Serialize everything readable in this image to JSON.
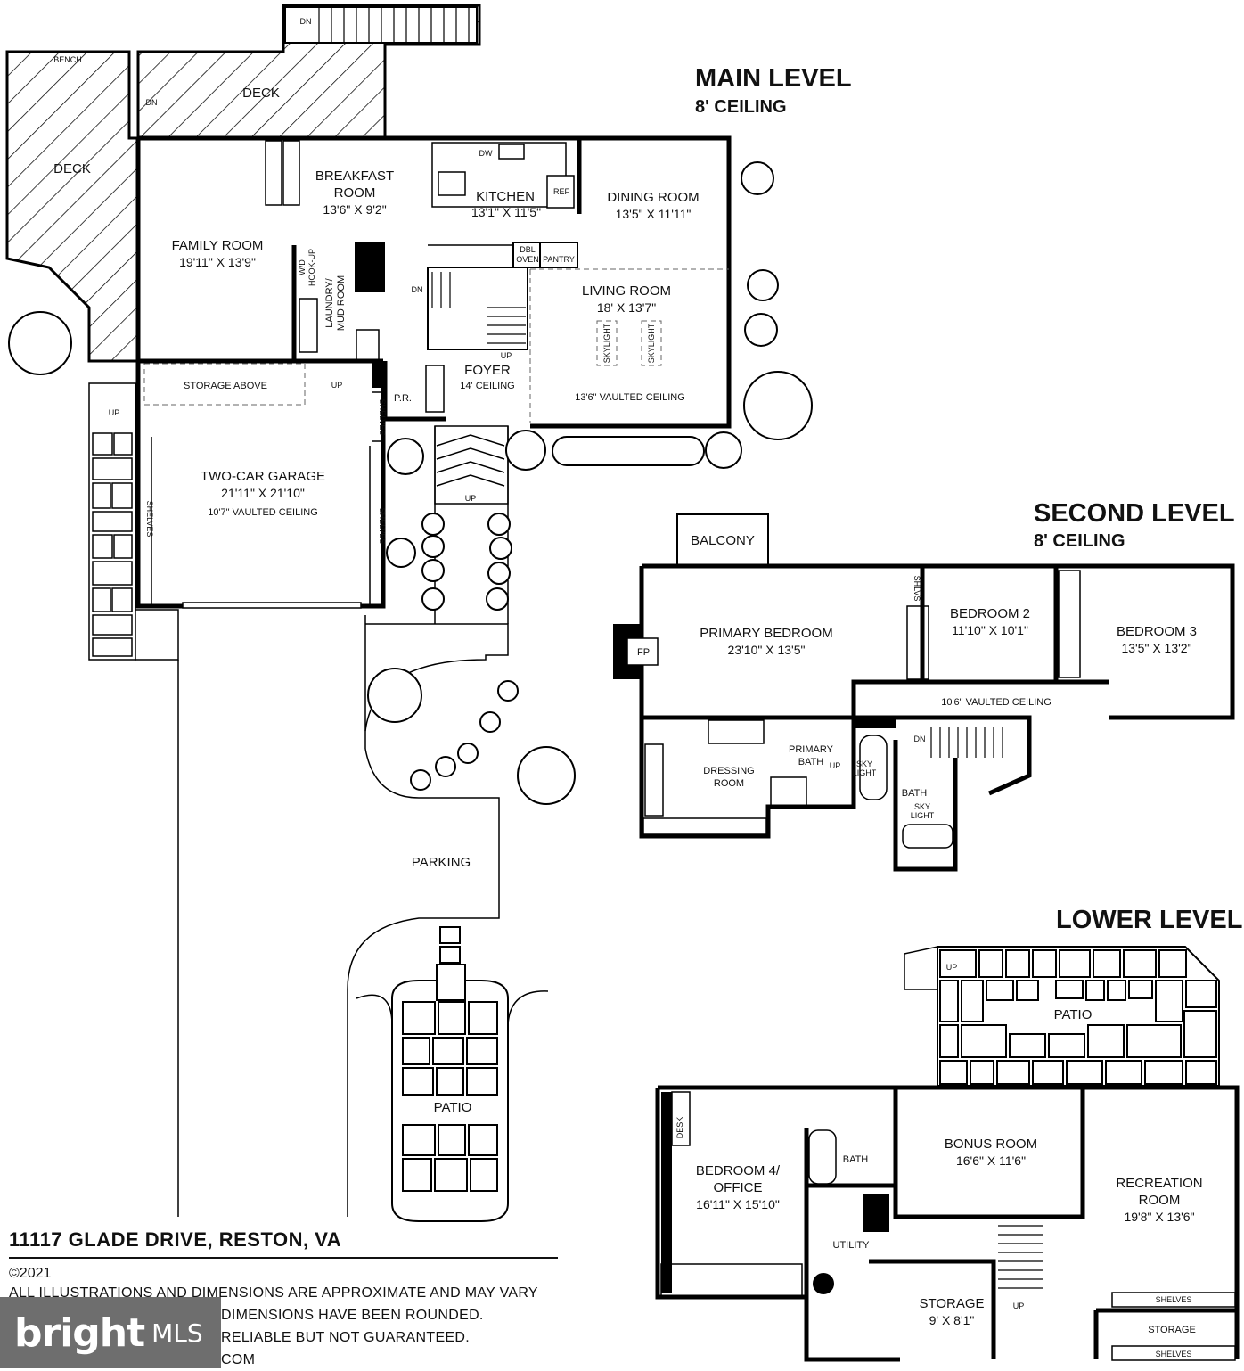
{
  "levels": {
    "main": {
      "title": "MAIN LEVEL",
      "ceiling": "8' CEILING"
    },
    "second": {
      "title": "SECOND LEVEL",
      "ceiling": "8' CEILING"
    },
    "lower": {
      "title": "LOWER LEVEL"
    }
  },
  "main_rooms": {
    "deck_left": "DECK",
    "deck_top": "DECK",
    "bench": "BENCH",
    "dn_top": "DN",
    "dn_deck": "DN",
    "breakfast_1": "BREAKFAST",
    "breakfast_2": "ROOM",
    "breakfast_dim": "13'6\" X 9'2\"",
    "kitchen": "KITCHEN",
    "kitchen_dim": "13'1\" X 11'5\"",
    "dw": "DW",
    "ref": "REF",
    "dining": "DINING ROOM",
    "dining_dim": "13'5\" X 11'11\"",
    "family": "FAMILY ROOM",
    "family_dim": "19'11\" X 13'9\"",
    "wd_1": "W/D",
    "wd_2": "HOOK-UP",
    "laundry_1": "LAUNDRY/",
    "laundry_2": "MUD ROOM",
    "dbl_1": "DBL",
    "dbl_2": "OVEN",
    "pantry": "PANTRY",
    "living": "LIVING ROOM",
    "living_dim": "18' X 13'7\"",
    "skylight_1": "SKYLIGHT",
    "skylight_2": "SKYLIGHT",
    "dn_stair": "DN",
    "up_stair": "UP",
    "foyer": "FOYER",
    "foyer_ceiling": "14' CEILING",
    "living_ceiling": "13'6\" VAULTED CEILING",
    "pr": "P.R.",
    "storage_above": "STORAGE ABOVE",
    "up_laundry": "UP",
    "up_side": "UP",
    "shelves_1": "SHELVES",
    "shelves_2": "SHELVES",
    "shelves_3": "SHELVES",
    "garage": "TWO-CAR GARAGE",
    "garage_dim": "21'11\" X 21'10\"",
    "garage_ceiling": "10'7\" VAULTED CEILING",
    "up_front": "UP",
    "parking": "PARKING",
    "patio": "PATIO"
  },
  "second_rooms": {
    "balcony": "BALCONY",
    "primary": "PRIMARY BEDROOM",
    "primary_dim": "23'10\" X 13'5\"",
    "fp": "FP",
    "shlvs": "SHLVS",
    "bed2": "BEDROOM 2",
    "bed2_dim": "11'10\" X 10'1\"",
    "bed3": "BEDROOM 3",
    "bed3_dim": "13'5\" X 13'2\"",
    "hall_ceiling": "10'6\" VAULTED CEILING",
    "dressing_1": "DRESSING",
    "dressing_2": "ROOM",
    "pbath_1": "PRIMARY",
    "pbath_2": "BATH",
    "up": "UP",
    "sky_1": "SKY",
    "sky_2": "LIGHT",
    "dn": "DN",
    "bath": "BATH",
    "sky2_1": "SKY",
    "sky2_2": "LIGHT"
  },
  "lower_rooms": {
    "up": "UP",
    "patio": "PATIO",
    "desk": "DESK",
    "bed4_1": "BEDROOM 4/",
    "bed4_2": "OFFICE",
    "bed4_dim": "16'11\" X 15'10\"",
    "bath": "BATH",
    "bonus": "BONUS ROOM",
    "bonus_dim": "16'6\" X 11'6\"",
    "rec_1": "RECREATION",
    "rec_2": "ROOM",
    "rec_dim": "19'8\" X 13'6\"",
    "utility": "UTILITY",
    "storage": "STORAGE",
    "storage_dim": "9' X 8'1\"",
    "up_stair": "UP",
    "shelves_1": "SHELVES",
    "storage_2": "STORAGE",
    "shelves_2": "SHELVES"
  },
  "footer": {
    "address": "11117 GLADE DRIVE, RESTON, VA",
    "copyright": "©2021",
    "line1": "ALL ILLUSTRATIONS AND DIMENSIONS ARE APPROXIMATE AND MAY VARY",
    "line2": "DIMENSIONS HAVE BEEN ROUNDED.",
    "line3": "RELIABLE BUT NOT GUARANTEED.",
    "line4": "COM"
  },
  "watermark": {
    "brand": "bright",
    "sub": "MLS"
  }
}
